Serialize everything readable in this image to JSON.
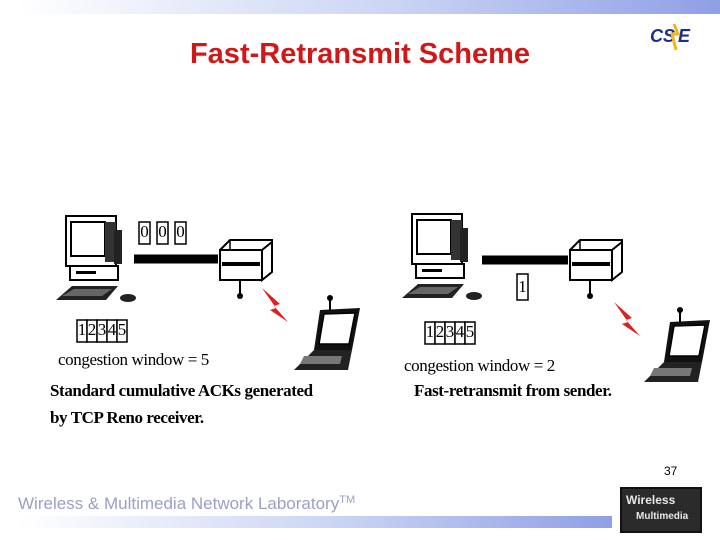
{
  "slide": {
    "title": "Fast-Retransmit Scheme",
    "page_number": "37",
    "footer_lab": "Wireless & Multimedia Network Laboratory",
    "footer_tm": "TM",
    "logo_text": "CS E",
    "footer_logo_line1": "Wireless",
    "footer_logo_line2": "Multimedia"
  },
  "left_panel": {
    "packets_on_wire": [
      "0",
      "0",
      "0"
    ],
    "buffer": [
      "1",
      "2",
      "3",
      "4",
      "5"
    ],
    "window_caption": "congestion window = 5",
    "desc_line1": "Standard cumulative ACKs generated",
    "desc_line2": "by TCP Reno receiver."
  },
  "right_panel": {
    "packets_on_wire": [
      "1"
    ],
    "buffer": [
      "1",
      "2",
      "3",
      "4",
      "5"
    ],
    "window_caption": "congestion window = 2",
    "desc_line1": "Fast-retransmit from sender."
  },
  "colors": {
    "title": "#d01818",
    "lightning": "#e02020",
    "footer_text": "#9aa0c8"
  }
}
